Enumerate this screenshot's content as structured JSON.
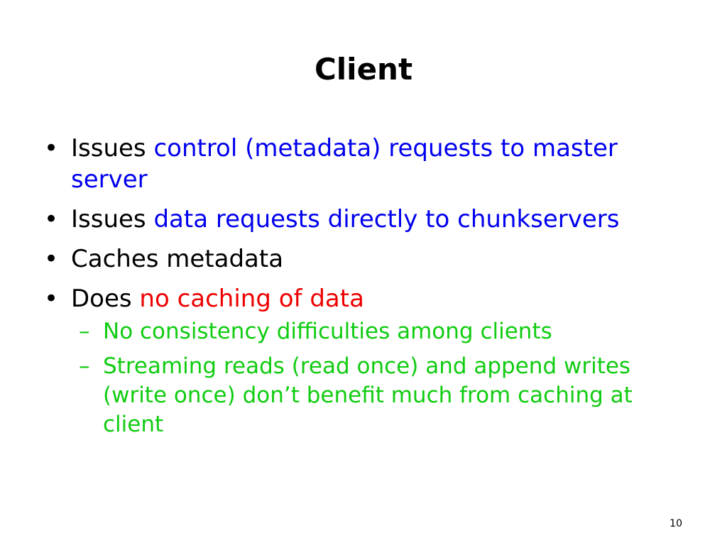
{
  "slide": {
    "title": "Client",
    "bullets": [
      {
        "lead": "Issues ",
        "highlight": "control (metadata) requests to master server",
        "color": "#0000ee"
      },
      {
        "lead": "Issues ",
        "highlight": "data requests directly to chunkservers",
        "color": "#0000ee"
      },
      {
        "lead": "Caches metadata",
        "highlight": "",
        "color": "#000000"
      },
      {
        "lead": "Does ",
        "highlight": "no caching of data",
        "color": "#ee0000"
      }
    ],
    "sub_bullets": [
      "No consistency difficulties among clients",
      "Streaming reads (read once) and append writes (write once) don’t benefit much from caching at client"
    ],
    "bullet_glyph": "•",
    "dash_glyph": "–",
    "sub_color": "#11cc11",
    "page_number": "10"
  }
}
